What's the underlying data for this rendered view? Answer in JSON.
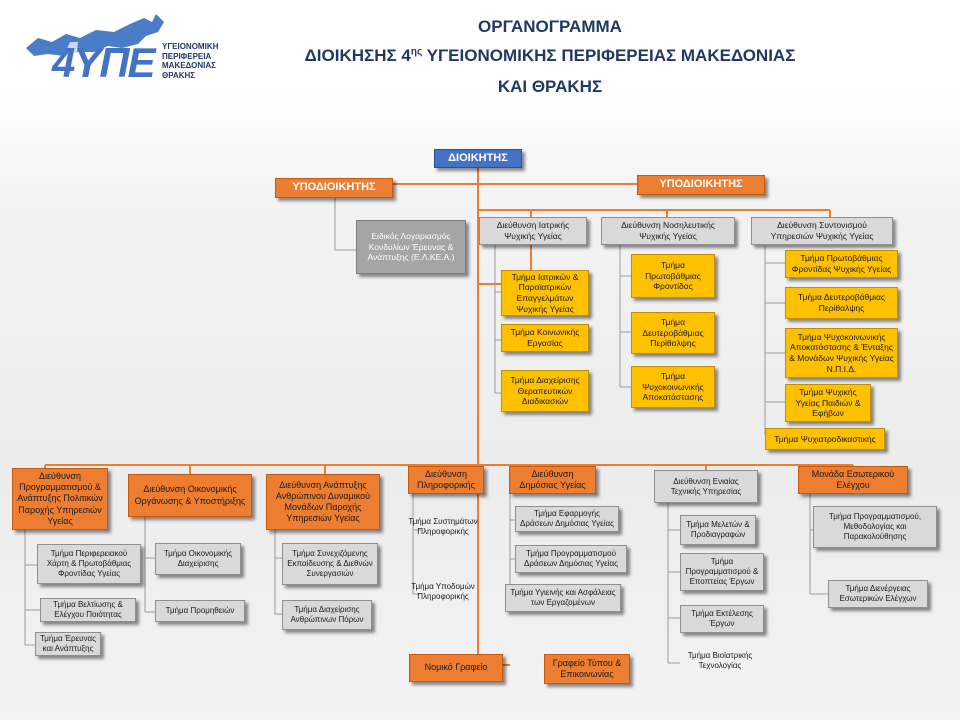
{
  "header": {
    "title_line1": "ΟΡΓΑΝΟΓΡΑΜΜΑ",
    "title_line2": "ΔΙΟΙΚΗΣΗΣ 4",
    "title_sup": "ης",
    "title_line2_rest": " ΥΓΕΙΟΝΟΜΙΚΗΣ ΠΕΡΙΦΕΡΕΙΑΣ ΜΑΚΕΔΟΝΙΑΣ",
    "title_line3": "ΚΑΙ ΘΡΑΚΗΣ"
  },
  "logo": {
    "mark": "4ΥΠΕ",
    "text_lines": [
      "ΥΓΕΙΟΝΟΜΙΚΗ",
      "ΠΕΡΙΦΕΡΕΙΑ",
      "ΜΑΚΕΔΟΝΙΑΣ",
      "ΘΡΑΚΗΣ"
    ]
  },
  "colors": {
    "blue": "#4472c4",
    "orange": "#ed7d31",
    "yellow": "#ffc000",
    "grey": "#a5a5a5",
    "light_grey": "#d9d9d9",
    "title": "#203864"
  },
  "top": {
    "director": "ΔΙΟΙΚΗΤΗΣ",
    "deputy_left": "ΥΠΟΔΙΟΙΚΗΤΗΣ",
    "deputy_right": "ΥΠΟΔΙΟΙΚΗΤΗΣ",
    "special_account": "Ειδικός Λογαριασμός Κονδυλίων Έρευνας & Ανάπτυξης (Ε.Λ.ΚΕ.Α.)"
  },
  "mental_health": {
    "medical": {
      "title": "Διεύθυνση Ιατρικής Ψυχικής Υγείας",
      "depts": [
        "Τμήμα Ιατρικών & Παραϊατρικών Επαγγελμάτων Ψυχικής Υγείας",
        "Τμήμα Κοινωνικής Εργασίας",
        "Τμήμα Διαχείρισης Θεραπευτικών Διαδικασιών"
      ]
    },
    "nursing": {
      "title": "Διεύθυνση Νοσηλευτικής Ψυχικής Υγείας",
      "depts": [
        "Τμήμα Πρωτοβάθμιας Φροντίδας",
        "Τμήμα Δευτεροβάθμιας Περίθαλψης",
        "Τμήμα Ψυχοκοινωνικής Αποκατάστασης"
      ]
    },
    "coordination": {
      "title": "Διεύθυνση Συντονισμού Υπηρεσιών Ψυχικής Υγείας",
      "depts": [
        "Τμήμα Πρωτοβάθμιας Φροντίδας Ψυχικής Υγείας",
        "Τμήμα Δευτεροβάθμιας Περίθαλψης",
        "Τμήμα Ψυχοκοινωνικής Αποκατάστασης & Ένταξης & Μονάδων Ψυχικής Υγείας Ν.Π.Ι.Δ.",
        "Τμήμα Ψυχικής Υγείας Παιδιών & Εφήβων",
        "Τμήμα Ψυχιατροδικαστικής"
      ]
    }
  },
  "bottom": {
    "planning": {
      "title": "Διεύθυνση Προγραμματισμού & Ανάπτυξης Πολιτικών Παροχής Υπηρεσιών Υγείας",
      "depts": [
        "Τμήμα Περιφερειακού Χάρτη & Πρωτοβάθμιας Φροντίδας Υγείας",
        "Τμήμα Βελτίωσης & Ελέγχου Ποιότητας",
        "Τμήμα Έρευνας και Ανάπτυξης"
      ]
    },
    "economic": {
      "title": "Διεύθυνση Οικονομικής Οργάνωσης & Υποστήριξης",
      "depts": [
        "Τμήμα Οικονομικής Διαχείρισης",
        "Τμήμα Προμηθειών"
      ]
    },
    "hr": {
      "title": "Διεύθυνση Ανάπτυξης Ανθρώπινου Δυναμικού Μονάδων Παροχής Υπηρεσιών Υγείας",
      "depts": [
        "Τμήμα Συνεχιζόμενης Εκπαίδευσης & Διεθνών Συνεργασιών",
        "Τμήμα Διαχείρισης Ανθρώπινων Πόρων"
      ]
    },
    "it": {
      "title": "Διεύθυνση Πληροφορικής",
      "depts": [
        "Τμήμα Συστημάτων Πληροφορικής",
        "Τμήμα Υποδομών Πληροφορικής"
      ]
    },
    "public_health": {
      "title": "Διεύθυνση Δημόσιας Υγείας",
      "depts": [
        "Τμήμα Εφαρμογής Δράσεων Δημόσιας Υγείας",
        "Τμήμα Προγραμματισμού Δράσεων Δημόσιας Υγείας",
        "Τμήμα Υγιεινής και Ασφάλειας των Εργαζομένων"
      ]
    },
    "technical": {
      "title": "Διεύθυνση Ενιαίας Τεχνικής Υπηρεσίας",
      "depts": [
        "Τμήμα Μελετών & Προδιαγραφών",
        "Τμήμα Προγραμματισμού & Εποπτείας Έργων",
        "Τμήμα Εκτέλεσης Έργων",
        "Τμήμα Βιοϊατρικής Τεχνολογίας"
      ]
    },
    "audit": {
      "title": "Μονάδα Εσωτερικού Ελέγχου",
      "depts": [
        "Τμήμα Προγραμματισμού, Μεθοδολογίας και Παρακολούθησης",
        "Τμήμα Διενέργειας Εσωτερικών Ελέγχων"
      ]
    },
    "legal": "Νομικό Γραφείο",
    "press": "Γραφείο Τύπου & Επικοινωνίας"
  }
}
